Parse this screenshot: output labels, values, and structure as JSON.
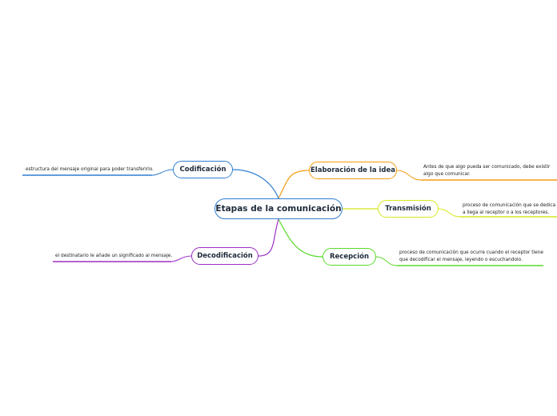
{
  "central": {
    "label": "Etapas de la comunicación"
  },
  "branches": {
    "elaboracion": {
      "label": "Elaboración de la idea",
      "note": "Antes de que algo pueda ser comunicado, debe existir algo que comunicar.",
      "color": "#f39c12"
    },
    "transmision": {
      "label": "Transmisión",
      "note": "proceso de comunicación que se dedica a llega al receptor o a los receptores.",
      "color": "#d4e81e"
    },
    "recepcion": {
      "label": "Recepción",
      "note": "proceso de comunicación que ocurre cuando el receptor tiene que decodificar el mensaje, leyendo o escuchandolo.",
      "color": "#5ad92a"
    },
    "codificacion": {
      "label": "Codificación",
      "note": "estructura del mensaje original para poder transferirlo.",
      "color": "#2f7fd0"
    },
    "decodificacion": {
      "label": "Decodificación",
      "note": "el destinatario le añade un significado al mensaje.",
      "color": "#9b2fc4"
    }
  }
}
